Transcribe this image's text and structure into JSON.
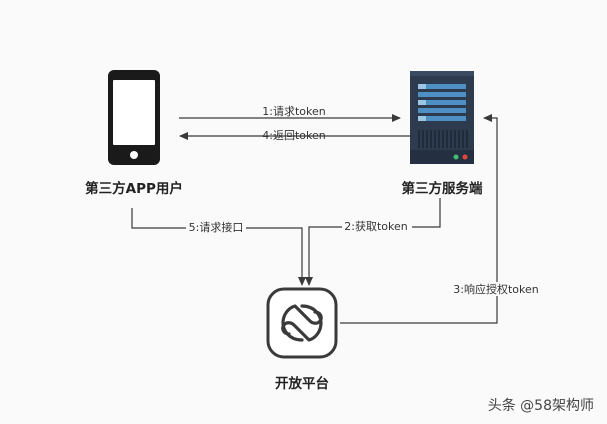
{
  "nodes": {
    "client": {
      "label": "第三方APP用户",
      "icon": "smartphone-icon"
    },
    "server": {
      "label": "第三方服务端",
      "icon": "server-icon"
    },
    "platform": {
      "label": "开放平台",
      "icon": "open-platform-icon"
    }
  },
  "edges": {
    "request_token": {
      "label": "1:请求token",
      "from": "client",
      "to": "server"
    },
    "return_token": {
      "label": "4:返回token",
      "from": "server",
      "to": "client"
    },
    "fetch_token": {
      "label": "2:获取token",
      "from": "server",
      "to": "platform"
    },
    "grant_token": {
      "label": "3:响应授权token",
      "from": "platform",
      "to": "server"
    },
    "call_api": {
      "label": "5:请求接口",
      "from": "client",
      "to": "platform"
    }
  },
  "watermark": "头条 @58架构师",
  "colors": {
    "background": "#fafafa",
    "line": "#3a3a3a",
    "server_body": "#2e3b4e",
    "server_bars": "#4f90c4",
    "phone_body": "#1a1a1a",
    "platform_stroke": "#3a3a3a"
  }
}
